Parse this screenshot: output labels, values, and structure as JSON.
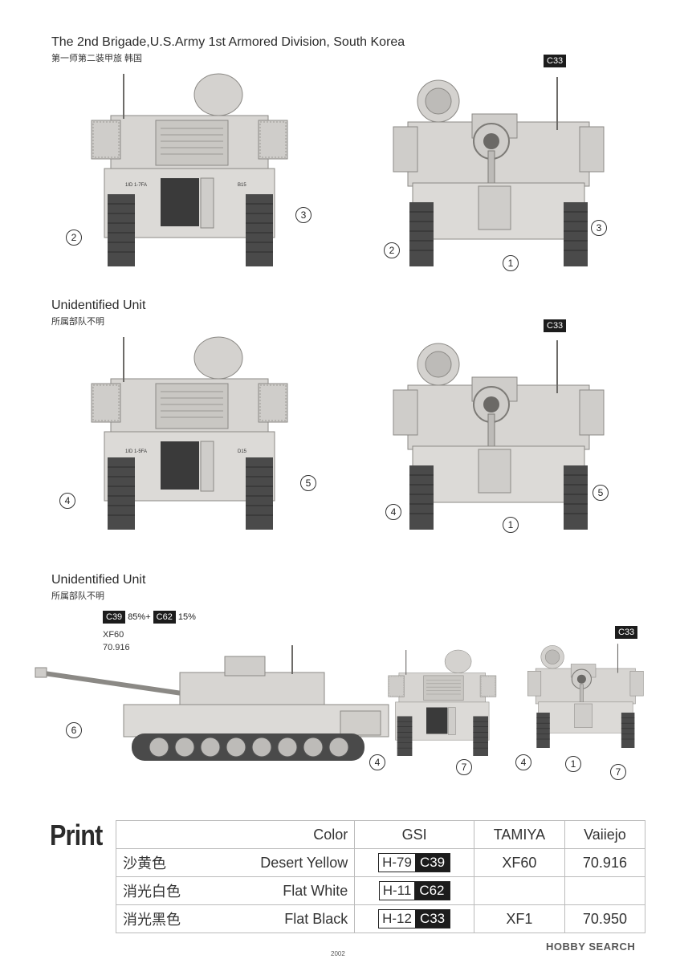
{
  "sections": [
    {
      "title": "The 2nd Brigade,U.S.Army 1st Armored Division, South Korea",
      "subtitle": "第一师第二装甲旅  韩国"
    },
    {
      "title": "Unidentified Unit",
      "subtitle": "所属部队不明"
    },
    {
      "title": "Unidentified Unit",
      "subtitle": "所属部队不明"
    }
  ],
  "callouts": {
    "c33": "C33",
    "n1": "1",
    "n2": "2",
    "n3": "3",
    "n4": "4",
    "n5": "5",
    "n6": "6",
    "n7": "7"
  },
  "mix": {
    "code_a": "C39",
    "pct_a": "85%+",
    "code_b": "C62",
    "pct_b": "15%",
    "tamiya": "XF60",
    "vallejo": "70.916"
  },
  "vehicle_markings": {
    "rear_1": "1ID 1-7FA",
    "rear_1b": "B15",
    "rear_2": "1ID 1-5FA",
    "rear_2b": "D15"
  },
  "print_table": {
    "heading": "Print",
    "columns": [
      "Color",
      "GSI",
      "TAMIYA",
      "Vaiiejo"
    ],
    "rows": [
      {
        "cn": "沙黄色",
        "en": "Desert Yellow",
        "gsi_h": "H-79",
        "gsi_c": "C39",
        "tamiya": "XF60",
        "vallejo": "70.916"
      },
      {
        "cn": "消光白色",
        "en": "Flat White",
        "gsi_h": "H-11",
        "gsi_c": "C62",
        "tamiya": "",
        "vallejo": ""
      },
      {
        "cn": "消光黑色",
        "en": "Flat Black",
        "gsi_h": "H-12",
        "gsi_c": "C33",
        "tamiya": "XF1",
        "vallejo": "70.950"
      }
    ]
  },
  "footer": {
    "code": "2002",
    "watermark": "HOBBY SEARCH"
  }
}
